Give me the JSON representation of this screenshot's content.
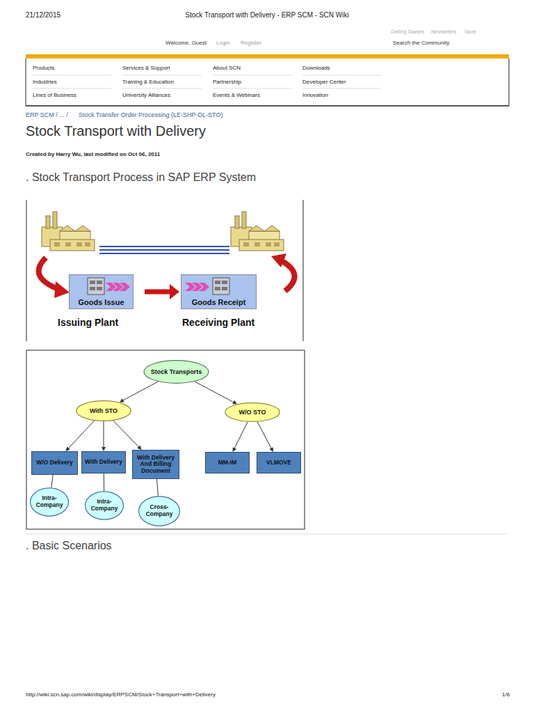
{
  "diagram": {
    "title": "Stock Transport with Delivery",
    "nodes": [
      {
        "text": [
          "Goods Issue"
        ]
      },
      {
        "text": [
          "Goods Receipt"
        ]
      },
      {
        "text": [
          "Stock Transports"
        ]
      },
      {
        "text": [
          "With STO"
        ]
      },
      {
        "text": [
          "W/O STO"
        ]
      },
      {
        "text": [
          "W/O Delivery"
        ]
      },
      {
        "text": [
          "With Delivery"
        ]
      },
      {
        "text": [
          "With Delivery And Billing Document"
        ]
      },
      {
        "text": [
          "MM-IM"
        ]
      },
      {
        "text": [
          "VLMOVE"
        ]
      },
      {
        "text": [
          "Intra-Company"
        ]
      },
      {
        "text": [
          "Intra-Company"
        ]
      },
      {
        "text": [
          "Cross-Company"
        ]
      }
    ],
    "edges": [
      {
        "from": 0,
        "to": 1,
        "arrow": "to"
      },
      {
        "from": 2,
        "to": 3,
        "arrow": "to"
      },
      {
        "from": 2,
        "to": 4,
        "arrow": "to"
      },
      {
        "from": 3,
        "to": 5,
        "arrow": "to"
      },
      {
        "from": 3,
        "to": 6,
        "arrow": "to"
      },
      {
        "from": 3,
        "to": 7,
        "arrow": "to"
      },
      {
        "from": 4,
        "to": 8,
        "arrow": "to"
      },
      {
        "from": 4,
        "to": 9,
        "arrow": "to"
      },
      {
        "from": 5,
        "to": 10,
        "arrow": "none"
      },
      {
        "from": 6,
        "to": 11,
        "arrow": "none"
      },
      {
        "from": 7,
        "to": 12,
        "arrow": "none"
      }
    ],
    "labels": [
      "21/12/2015",
      "Stock Transport with Delivery - ERP SCM - SCN Wiki",
      "Getting Started",
      "Newsletters",
      "Store",
      "Welcome, Guest",
      "Login",
      "Register",
      "Search the Community",
      "Products",
      "Services & Support",
      "About SCN",
      "Downloads",
      "Industries",
      "Training & Education",
      "Partnership",
      "Developer Center",
      "Lines of Business",
      "University Alliances",
      "Events & Webinars",
      "Innovation",
      "ERP SCM / ... /",
      "Stock Transfer Order Processing (LE-SHP-DL-STO)",
      "Created by Harry Wu, last modified on Oct 06, 2011",
      ". Stock Transport Process in SAP ERP System",
      "Issuing Plant",
      "Receiving Plant",
      ". Basic Scenarios",
      "http://wiki.scn.sap.com/wiki/display/ERPSCM/Stock+Transport+with+Delivery",
      "1/6"
    ]
  }
}
